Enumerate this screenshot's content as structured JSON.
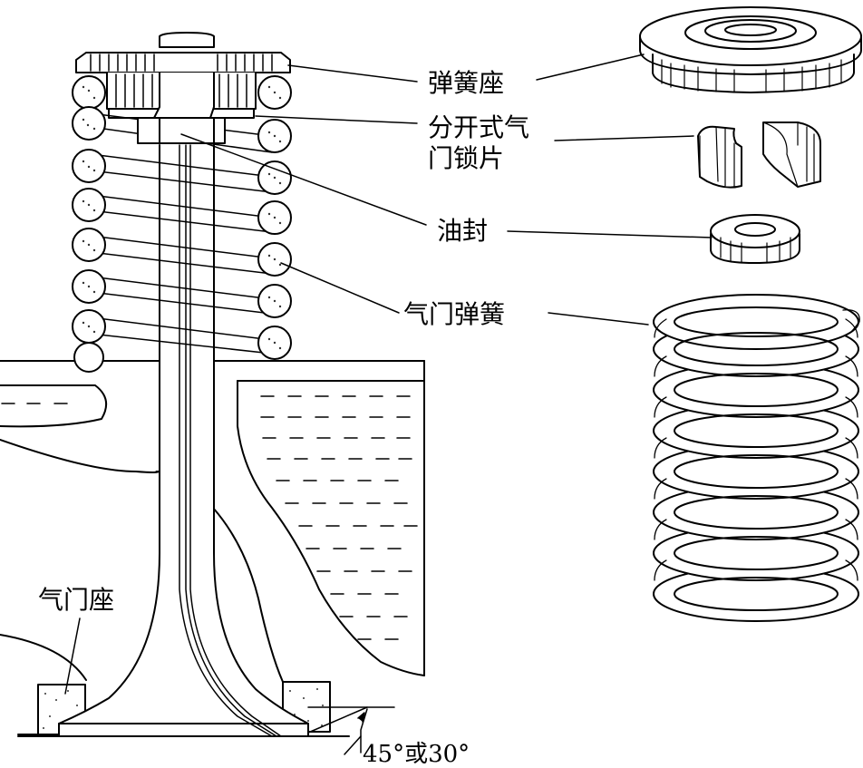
{
  "labels": {
    "spring_retainer": "弹簧座",
    "split_collet_line1": "分开式气",
    "split_collet_line2": "门锁片",
    "oil_seal": "油封",
    "valve_spring": "气门弹簧",
    "valve_seat": "气门座",
    "seat_angle": "45°或30°"
  },
  "colors": {
    "ink": "#000000",
    "paper": "#ffffff",
    "speckle": "#333333"
  }
}
